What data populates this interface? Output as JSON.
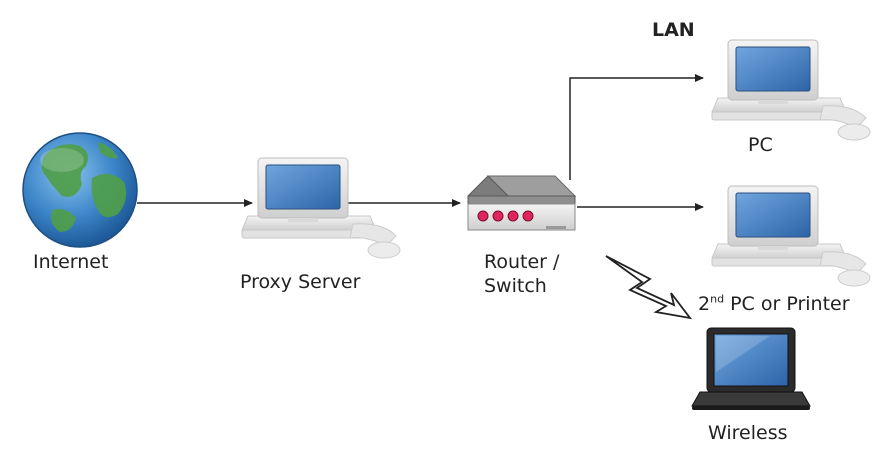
{
  "labels": {
    "lan": "LAN",
    "internet": "Internet",
    "proxy": "Proxy Server",
    "router_line1": "Router /",
    "router_line2": "Switch",
    "pc": "PC",
    "second_pc_sup": "nd",
    "second_pc_prefix": "2",
    "second_pc_rest": " PC or Printer",
    "wireless": "Wireless"
  },
  "icons": {
    "internet": "globe-icon",
    "proxy": "desktop-computer-icon",
    "router": "router-icon",
    "pc": "desktop-computer-icon",
    "second_pc": "desktop-computer-icon",
    "wireless": "laptop-icon",
    "wireless_link": "lightning-arrow-icon"
  },
  "colors": {
    "screen": "#3a78c2",
    "globe_ocean": "#3d86c9",
    "globe_land": "#4f9e4a",
    "router_led": "#e0245e",
    "line": "#222222"
  }
}
